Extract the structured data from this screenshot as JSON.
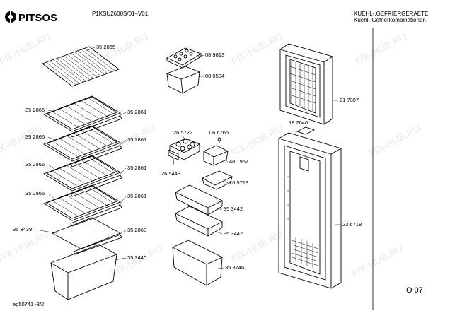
{
  "brand": {
    "logo_text": "PITSOS"
  },
  "header": {
    "model_code": "P1KSU2600S/01–V01",
    "category_line1": "KUEHL-,GEFRIERGERAETE",
    "category_line2": "Kuehl-,Gefrierkombinationen"
  },
  "footer": {
    "drawing_ref": "ep50741  -3/2",
    "page_code": "O 07"
  },
  "watermark": {
    "text": "FIX-HUB.RU"
  },
  "part_labels": {
    "p352865": "35 2865",
    "p352866_a": "35 2866",
    "p352861_a": "35 2861",
    "p352866_b": "35 2866",
    "p352861_b": "35 2861",
    "p352866_c": "35 2866",
    "p352861_c": "35 2861",
    "p352866_d": "35 2866",
    "p352861_d": "35 2861",
    "p353439": "35 3439",
    "p352860": "35 2860",
    "p353440": "35 3440",
    "p089813": "08 9813",
    "p089504": "08 9504",
    "p265722": "26 5722",
    "p066765": "06 6765",
    "p481967": "48 1967",
    "p265443": "26 5443",
    "p265719": "26 5719",
    "p353442_a": "35 3442",
    "p353442_b": "35 3442",
    "p353746": "35 3746",
    "p182046": "18 2046",
    "p217397": "21 7397",
    "p236718": "23 6718"
  }
}
